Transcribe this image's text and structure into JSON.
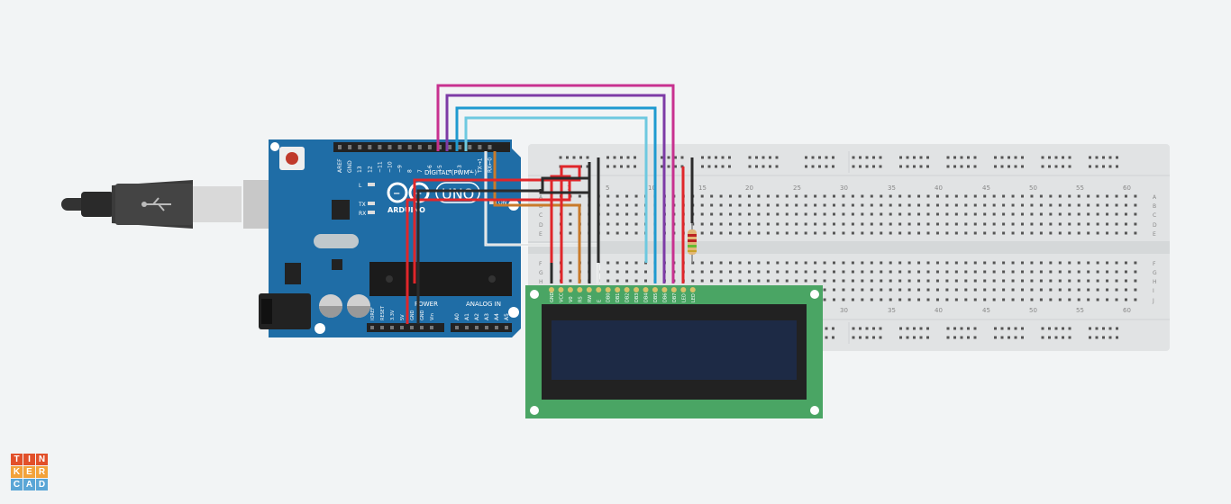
{
  "colors": {
    "background": "#f2f4f5",
    "arduino_board": "#1f6da6",
    "breadboard": "#e1e3e4",
    "lcd_board": "#4aa564",
    "lcd_screen": "#1d2a45",
    "wire_red": "#e0262a",
    "wire_black": "#2b2b2b",
    "wire_magenta": "#c8318f",
    "wire_purple": "#7d3ba6",
    "wire_blue": "#1e9ad0",
    "wire_lightblue": "#6ec9e0",
    "wire_orange": "#c97a2a",
    "wire_white": "#ffffff"
  },
  "arduino": {
    "brand": "ARDUINO",
    "model": "UNO",
    "digital_header_label": "DIGITAL (PWM~)",
    "digital_pins": [
      "AREF",
      "GND",
      "13",
      "12",
      "~11",
      "~10",
      "~9",
      "8",
      "7",
      "~6",
      "~5",
      "4",
      "~3",
      "2",
      "TX→1",
      "RX←0"
    ],
    "led_labels": [
      "L",
      "TX",
      "RX"
    ],
    "on_label": "ON",
    "power_label": "POWER",
    "power_pins": [
      "IOREF",
      "RESET",
      "3.3V",
      "5V",
      "GND",
      "GND",
      "Vin"
    ],
    "analog_label": "ANALOG IN",
    "analog_pins": [
      "A0",
      "A1",
      "A2",
      "A3",
      "A4",
      "A5"
    ]
  },
  "breadboard": {
    "top_numbers": [
      "1",
      "5",
      "10",
      "15",
      "20",
      "25",
      "30",
      "35",
      "40",
      "45",
      "50",
      "55",
      "60"
    ],
    "bottom_numbers": [
      "30",
      "35",
      "40",
      "45",
      "50",
      "55",
      "60"
    ],
    "rows_top": [
      "A",
      "B",
      "C",
      "D",
      "E"
    ],
    "rows_bottom": [
      "F",
      "G",
      "H",
      "I",
      "J"
    ]
  },
  "lcd": {
    "pins": [
      "GND",
      "VCC",
      "V0",
      "RS",
      "RW",
      "E",
      "DB0",
      "DB1",
      "DB2",
      "DB3",
      "DB4",
      "DB5",
      "DB6",
      "DB7",
      "LED",
      "LED"
    ]
  },
  "logo": {
    "letters": [
      "T",
      "I",
      "N",
      "K",
      "E",
      "R",
      "C",
      "A",
      "D"
    ],
    "colors": [
      "#e2502a",
      "#e2502a",
      "#e2502a",
      "#f3a23a",
      "#f3a23a",
      "#f3a23a",
      "#5aa6d6",
      "#5aa6d6",
      "#5aa6d6"
    ]
  }
}
